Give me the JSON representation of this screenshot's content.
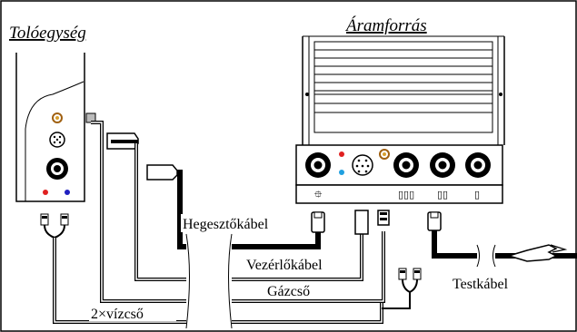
{
  "titles": {
    "feeder": "Tolóegység",
    "power_source": "Áramforrás"
  },
  "cables": {
    "welding": "Hegesztőkábel",
    "control": "Vezérlőkábel",
    "gas": "Gázcső",
    "water": "2×vízcső",
    "ground": "Testkábel"
  },
  "panel_marks": {
    "symbol_1": "⯐",
    "symbol_2": "▯▯▯",
    "symbol_3": "▯▯",
    "symbol_4": "▯"
  },
  "colors": {
    "red_dot": "#e02020",
    "blue_dot": "#2020c0",
    "cyan_dot": "#20a0e0",
    "brass": "#d8a030"
  }
}
